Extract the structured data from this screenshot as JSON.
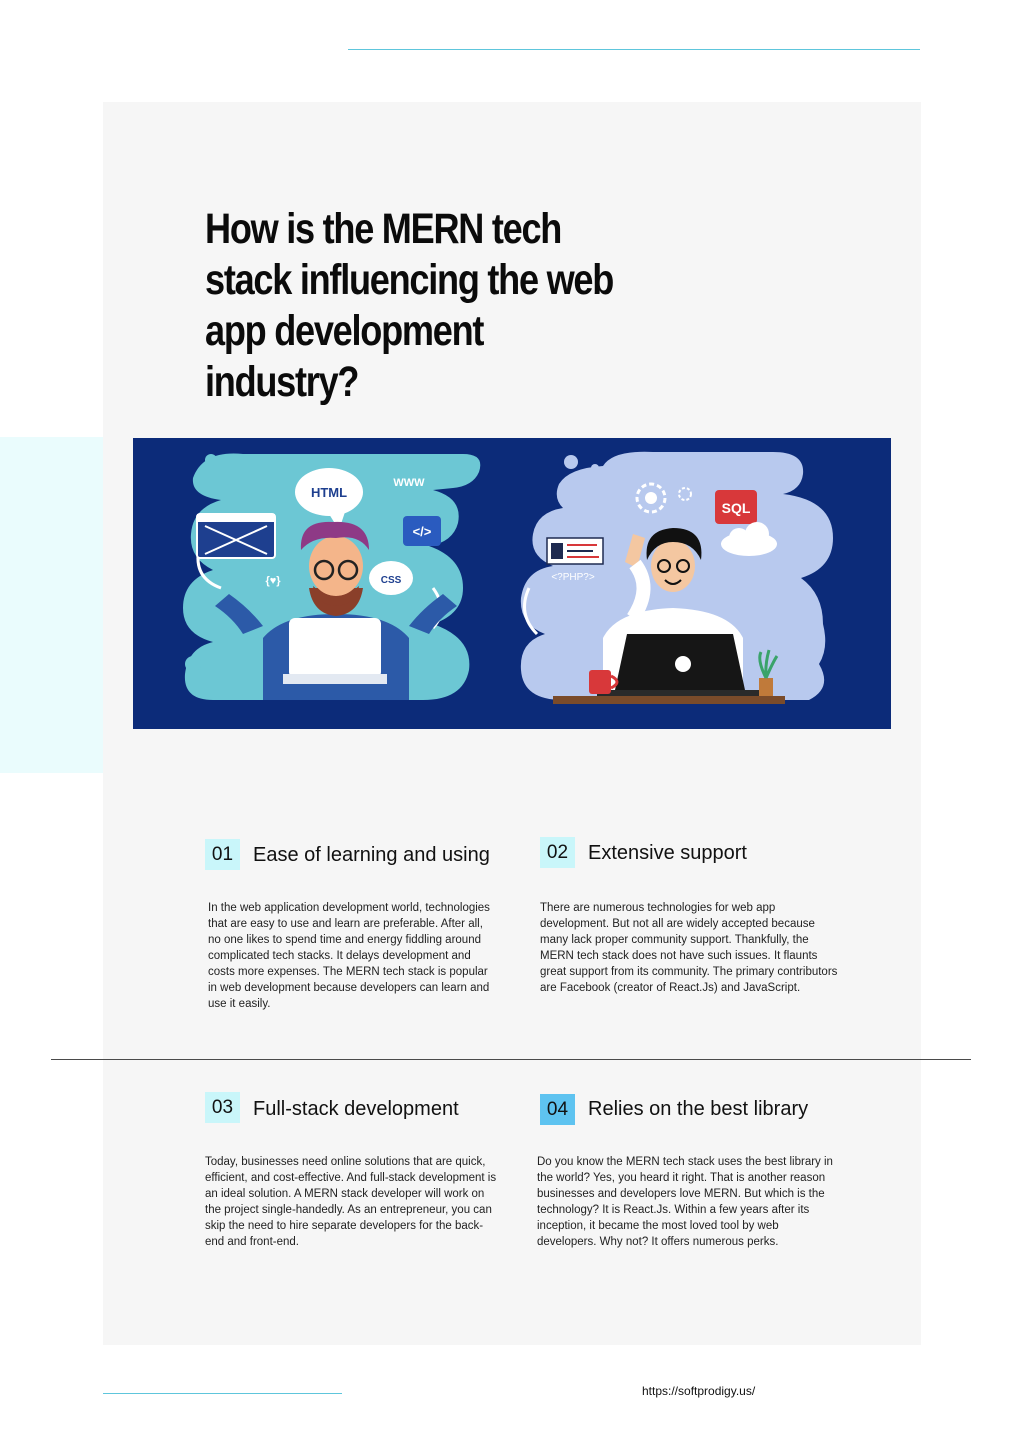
{
  "title": "How is the MERN tech stack influencing the web app development industry?",
  "hero": {
    "html_label": "HTML",
    "www_label": "WWW",
    "code_label": "</>",
    "css_label": "CSS",
    "braces_label": "{♥}",
    "sql_label": "SQL",
    "php_label": "<?PHP?>"
  },
  "features": [
    {
      "number": "01",
      "title": "Ease of learning and using",
      "body": "In the web application development world, technologies that are easy to use and learn are preferable. After all, no one likes to spend time and energy fiddling around complicated tech stacks. It delays development and costs more expenses. The MERN tech stack is popular in web development because developers can learn and use it easily."
    },
    {
      "number": "02",
      "title": "Extensive support",
      "body": "There are numerous technologies for web app development. But not all are widely accepted because many lack proper community support. Thankfully, the MERN tech stack does not have such issues. It flaunts great support from its community. The primary contributors are Facebook (creator of React.Js) and JavaScript."
    },
    {
      "number": "03",
      "title": "Full-stack development",
      "body": "Today, businesses need online solutions that are quick, efficient, and cost-effective. And full-stack development is an ideal solution. A MERN stack developer will work on the project single-handedly. As an entrepreneur, you can skip the need to hire separate developers for the back-end and front-end."
    },
    {
      "number": "04",
      "title": "Relies on the best library",
      "body": "Do you know the MERN tech stack uses the best library in the world? Yes, you heard it right. That is another reason businesses and developers love MERN. But which is the technology? It is React.Js. Within a few years after its inception, it became the most loved tool by web developers. Why not? It offers numerous perks."
    }
  ],
  "footer": {
    "url": "https://softprodigy.us/"
  },
  "colors": {
    "accent_cyan": "#5ec6dc",
    "badge_light": "#c9f6fa",
    "badge_blue": "#5ec3f0",
    "hero_bg": "#0c2b79"
  }
}
